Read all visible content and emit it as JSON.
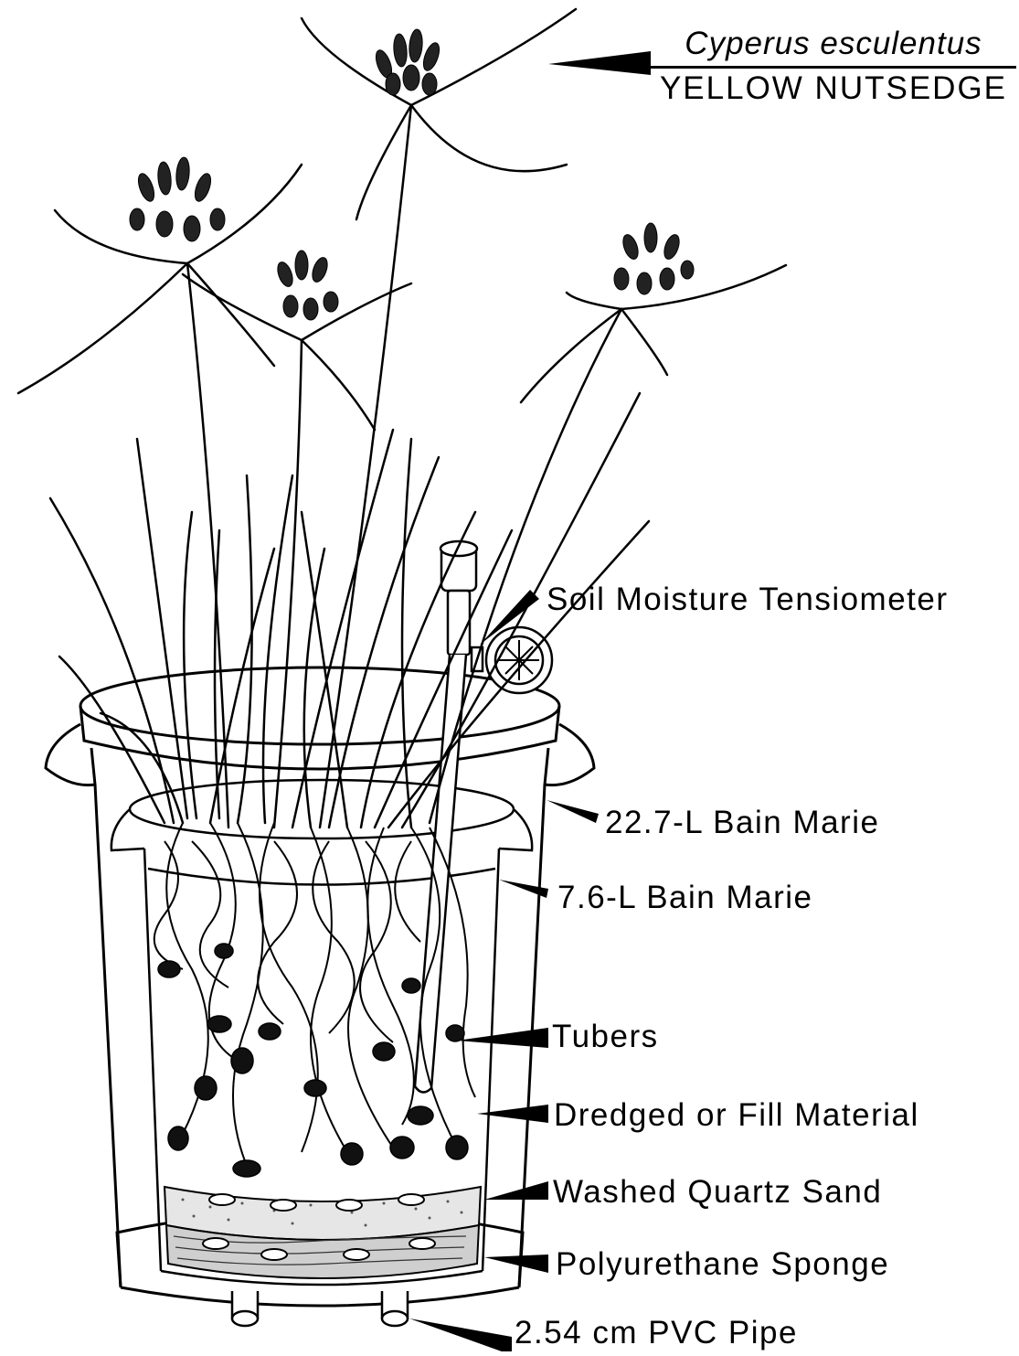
{
  "species": {
    "latin_name": "Cyperus esculentus",
    "common_name": "YELLOW NUTSEDGE"
  },
  "labels": [
    {
      "id": "tensiometer",
      "text": "Soil Moisture Tensiometer"
    },
    {
      "id": "bain-marie-large",
      "text": "22.7-L Bain Marie"
    },
    {
      "id": "bain-marie-small",
      "text": "7.6-L Bain Marie"
    },
    {
      "id": "tubers",
      "text": "Tubers"
    },
    {
      "id": "fill-material",
      "text": "Dredged or Fill Material"
    },
    {
      "id": "quartz-sand",
      "text": "Washed Quartz Sand"
    },
    {
      "id": "sponge",
      "text": "Polyurethane Sponge"
    },
    {
      "id": "pvc-pipe",
      "text": "2.54 cm PVC Pipe"
    }
  ]
}
